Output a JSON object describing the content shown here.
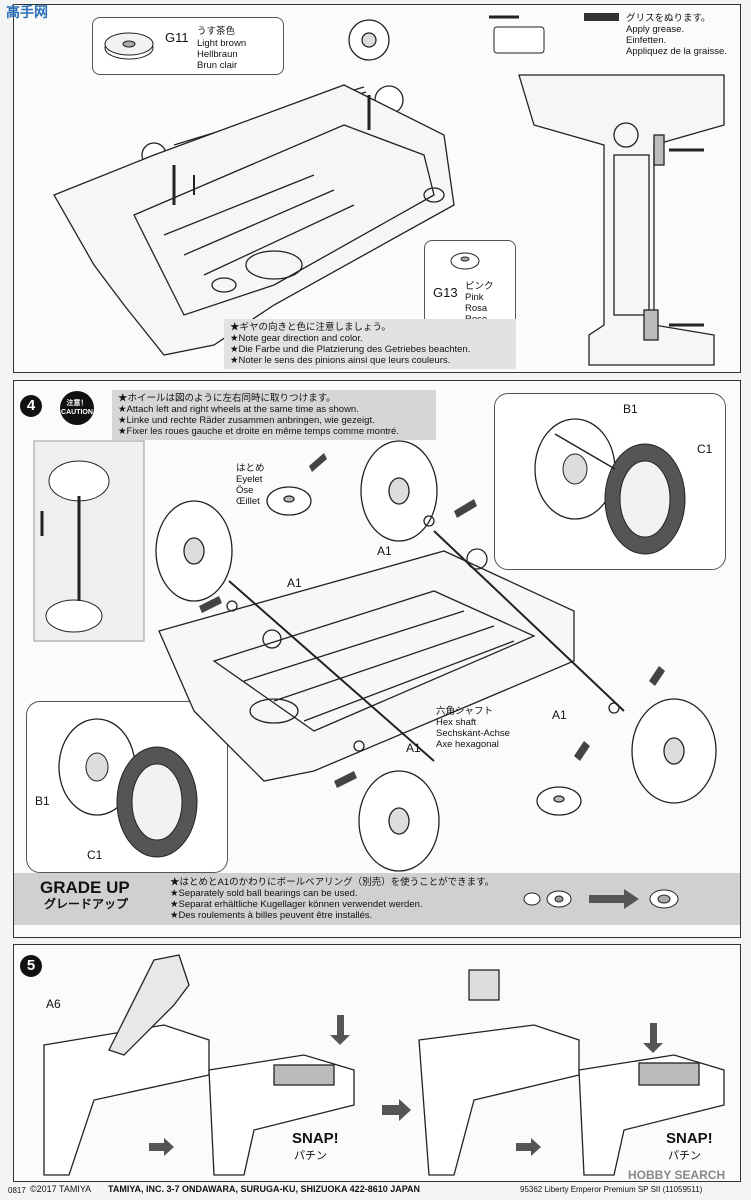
{
  "watermark_top": "高手网",
  "panel1": {
    "grease": {
      "ja": "グリスをぬります。",
      "en": "Apply grease.",
      "de": "Einfetten.",
      "fr": "Appliquez de la graisse."
    },
    "g11": {
      "code": "G11",
      "ja": "うす茶色",
      "en": "Light brown",
      "de": "Hellbraun",
      "fr": "Brun clair"
    },
    "g13": {
      "code": "G13",
      "ja": "ピンク",
      "en": "Pink",
      "de": "Rosa",
      "fr": "Rose"
    },
    "note": [
      "★ギヤの向きと色に注意しましょう。",
      "★Note gear direction and color.",
      "★Die Farbe und die Platzierung des Getriebes beachten.",
      "★Noter le sens des pinions ainsi que leurs couleurs."
    ]
  },
  "step4": {
    "number": "4",
    "caution_ja": "注意！",
    "caution_en": "CAUTION",
    "notes": [
      "★ホイールは図のように左右同時に取りつけます。",
      "★Attach left and right wheels at the same time as shown.",
      "★Linke und rechte Räder zusammen anbringen, wie gezeigt.",
      "★Fixer les roues gauche et droite en même temps comme montré."
    ],
    "eyelet": {
      "ja": "はとめ",
      "en": "Eyelet",
      "de": "Öse",
      "fr": "Œillet"
    },
    "hexshaft": {
      "ja": "六角シャフト",
      "en": "Hex shaft",
      "de": "Sechskant-Achse",
      "fr": "Axe hexagonal"
    },
    "labels": {
      "a1": "A1",
      "b1": "B1",
      "c1": "C1"
    }
  },
  "gradeup": {
    "title_en": "GRADE UP",
    "title_ja": "グレードアップ",
    "notes": [
      "★はとめとA1のかわりにボールベアリング（別売）を使うことができます。",
      "★Separately sold ball bearings can be used.",
      "★Separat erhältliche Kugellager können verwendet werden.",
      "★Des roulements à billes peuvent être installés."
    ]
  },
  "step5": {
    "number": "5",
    "part": "A6",
    "snap_en": "SNAP!",
    "snap_ja": "パチン"
  },
  "footer": {
    "code": "0817",
    "copyright": "©2017 TAMIYA",
    "address": "TAMIYA, INC. 3-7 ONDAWARA, SURUGA-KU, SHIZUOKA 422-8610 JAPAN",
    "product": "95362 Liberty Emperor Premium SP SII (11059511)",
    "watermark": "HOBBY SEARCH"
  }
}
